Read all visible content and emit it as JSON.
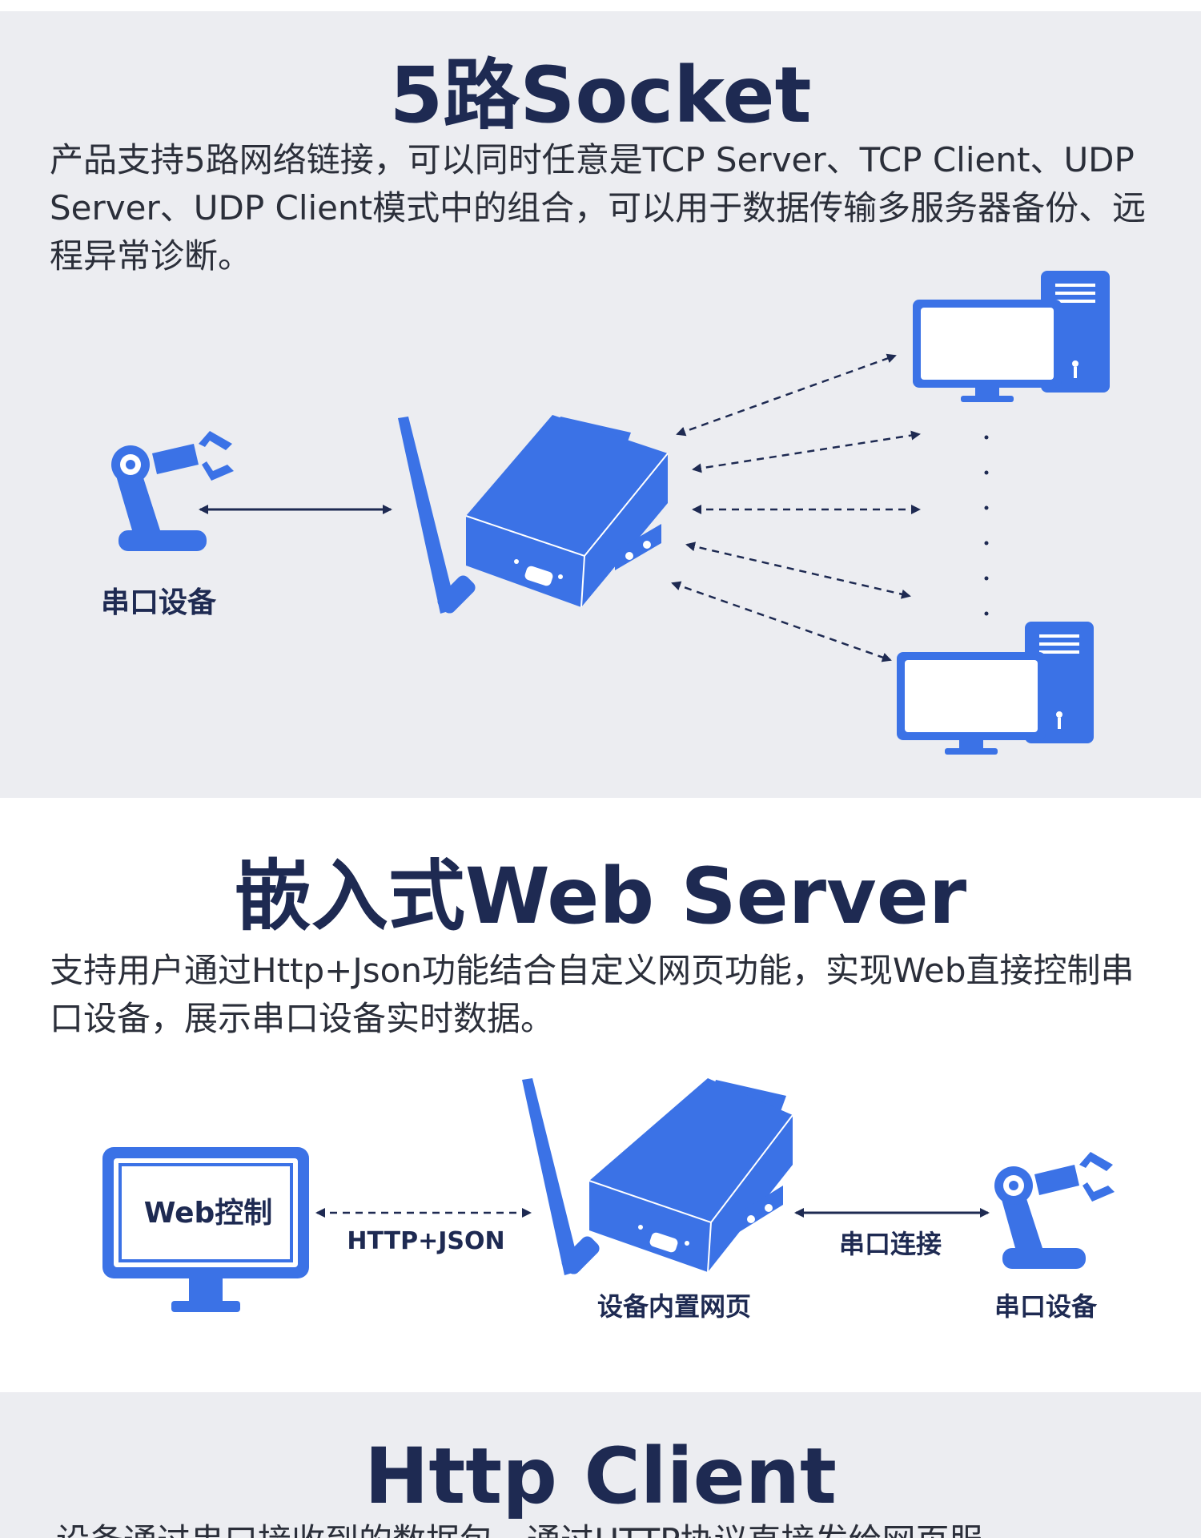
{
  "sections": [
    {
      "title": "5路Socket",
      "description": "产品支持5路网络链接，可以同时任意是TCP Server、TCP Client、UDP Server、UDP Client模式中的组合，可以用于数据传输多服务器备份、远程异常诊断。",
      "labels": {
        "serial_device": "串口设备"
      }
    },
    {
      "title": "嵌入式Web Server",
      "description": "支持用户通过Http+Json功能结合自定义网页功能，实现Web直接控制串口设备，展示串口设备实时数据。",
      "labels": {
        "web_control": "Web控制",
        "http_json": "HTTP+JSON",
        "device_webpage": "设备内置网页",
        "serial_connection": "串口连接",
        "serial_device": "串口设备"
      }
    },
    {
      "title": "Http Client",
      "description": "设备通过串口接收到的数据包，通过HTTP协议直接发给网页服"
    }
  ],
  "colors": {
    "accent": "#3b72e6",
    "title": "#1e2a52",
    "background": "#ecedf1"
  }
}
